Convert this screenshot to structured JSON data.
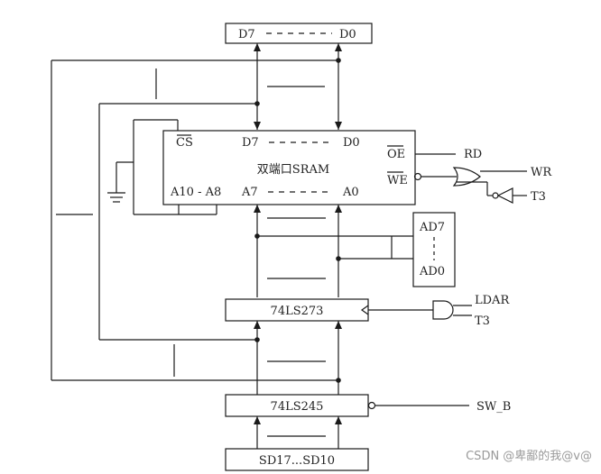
{
  "top_bus": {
    "left": "D7",
    "right": "D0"
  },
  "sram": {
    "title": "双端口SRAM",
    "cs": "CS",
    "data_left": "D7",
    "data_right": "D0",
    "addr_hi": "A10 - A8",
    "addr_left": "A7",
    "addr_right": "A0",
    "oe": "OE",
    "we": "WE"
  },
  "signals": {
    "rd": "RD",
    "wr": "WR",
    "t3_top": "T3",
    "ldar": "LDAR",
    "t3_bottom": "T3",
    "sw_b": "SW_B"
  },
  "ad_box": {
    "top": "AD7",
    "bottom": "AD0"
  },
  "chips": {
    "ls273": "74LS273",
    "ls245": "74LS245"
  },
  "bottom_bus": "SD17...SD10",
  "watermark": "CSDN @卑鄙的我@v@"
}
